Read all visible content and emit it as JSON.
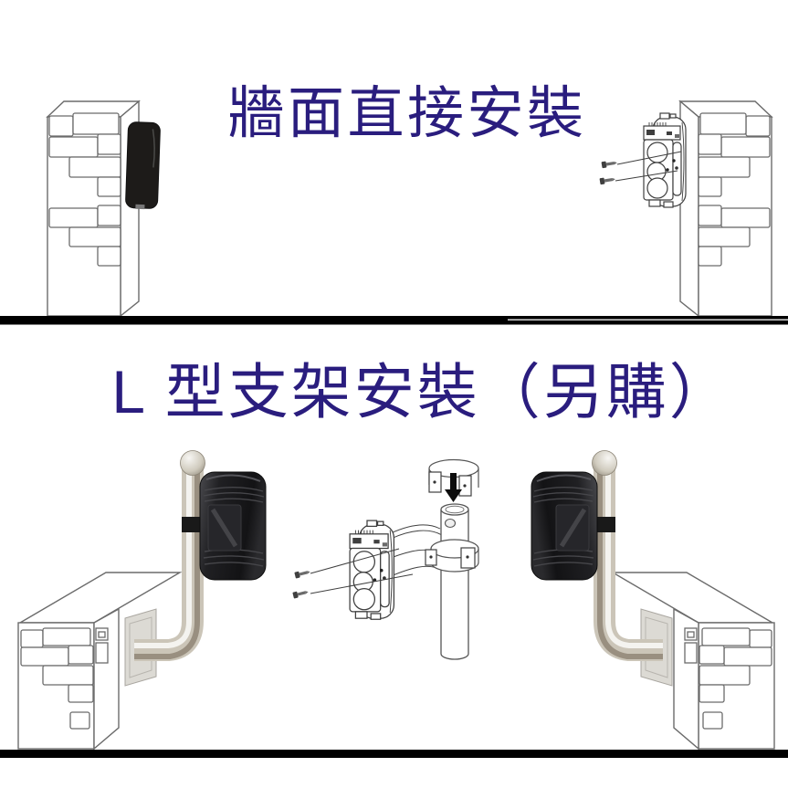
{
  "figure": {
    "type": "product-installation-diagram",
    "sections": [
      {
        "id": "wall-mount",
        "title": "牆面直接安裝"
      },
      {
        "id": "l-bracket",
        "title": "L 型支架安裝（另購）"
      }
    ],
    "colors": {
      "title": "#2a1d7e",
      "ground": "#000000",
      "sensor_body": "#1b1a19",
      "pole_metal": "#cbc5b8",
      "line_art": "#555555",
      "background": "#ffffff"
    },
    "icons": [
      {
        "name": "arrow-down-icon"
      },
      {
        "name": "screw-icon"
      }
    ]
  }
}
